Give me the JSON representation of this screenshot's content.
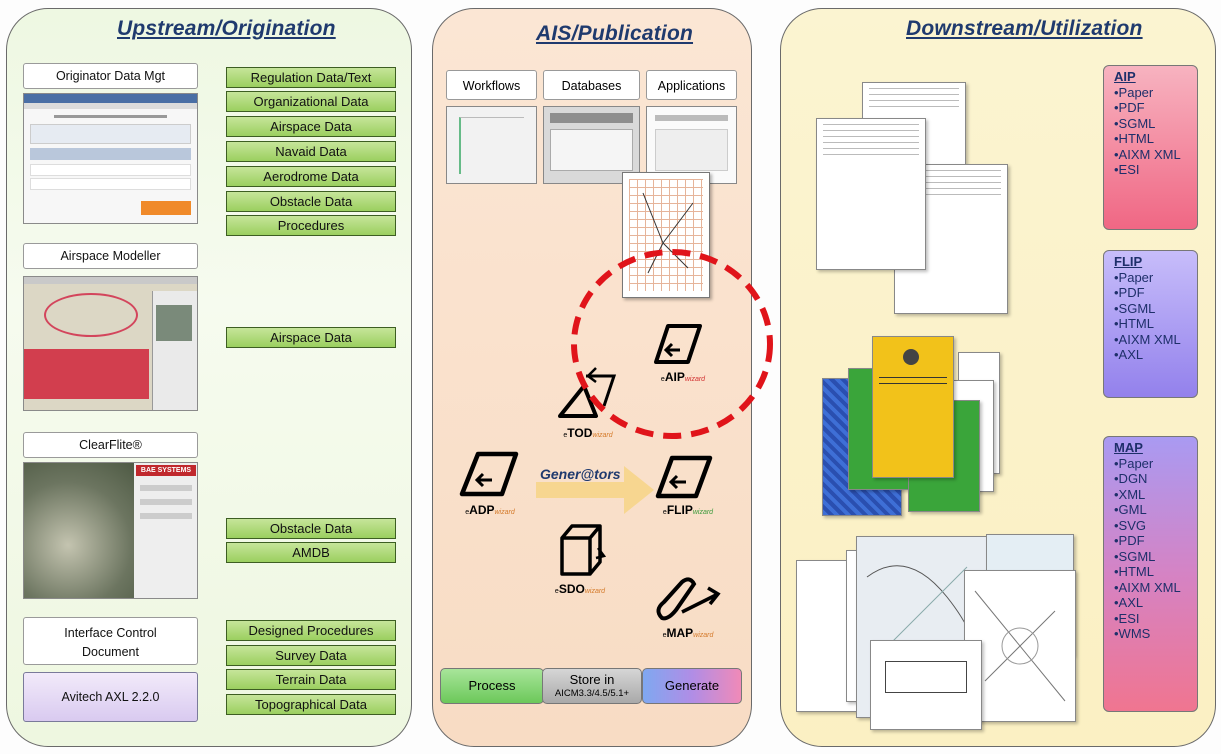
{
  "panels": {
    "upstream": "Upstream/Origination",
    "ais": "AIS/Publication",
    "downstream": "Downstream/Utilization"
  },
  "upstream": {
    "originator": "Originator Data Mgt",
    "airspace_modeller": "Airspace Modeller",
    "clearflite": "ClearFlite®",
    "clearflite_brand": "BAE SYSTEMS",
    "icd_line1": "Interface Control",
    "icd_line2": "Document",
    "axl": "Avitech AXL 2.2.0",
    "data_items": [
      "Regulation Data/Text",
      "Organizational Data",
      "Airspace Data",
      "Navaid Data",
      "Aerodrome Data",
      "Obstacle Data",
      "Procedures"
    ],
    "airspace_data": "Airspace Data",
    "obstacle_items": [
      "Obstacle Data",
      "AMDB"
    ],
    "bottom_items": [
      "Designed Procedures",
      "Survey Data",
      "Terrain Data",
      "Topographical Data"
    ]
  },
  "ais": {
    "tabs": [
      "Workflows",
      "Databases",
      "Applications"
    ],
    "wizards": {
      "aip": "AIP",
      "tod": "TOD",
      "adp": "ADP",
      "flip": "FLIP",
      "sdo": "SDO",
      "map": "MAP",
      "prefix": "e",
      "suffix": "wizard"
    },
    "generators": "Gener@tors",
    "legend": {
      "process": "Process",
      "store_line1": "Store in",
      "store_line2": "AICM3.3/4.5/5.1+",
      "generate": "Generate"
    },
    "colors": {
      "highlight_circle": "#e0141a",
      "arrow": "#f6d58a"
    }
  },
  "downstream": {
    "aip": {
      "title": "AIP",
      "items": [
        "•Paper",
        "•PDF",
        "•SGML",
        "•HTML",
        "•AIXM XML",
        "•ESI"
      ],
      "color": "#f4738a"
    },
    "flip": {
      "title": "FLIP",
      "items": [
        "•Paper",
        "•PDF",
        "•SGML",
        "•HTML",
        "•AIXM XML",
        "•AXL"
      ],
      "color": "#9d8ff0"
    },
    "map": {
      "title": "MAP",
      "items": [
        "•Paper",
        "•DGN",
        "•XML",
        "•GML",
        "•SVG",
        "•PDF",
        "•SGML",
        "•HTML",
        "•AIXM XML",
        "•AXL",
        "•ESI",
        "•WMS"
      ],
      "color": "#c98ad8"
    }
  }
}
